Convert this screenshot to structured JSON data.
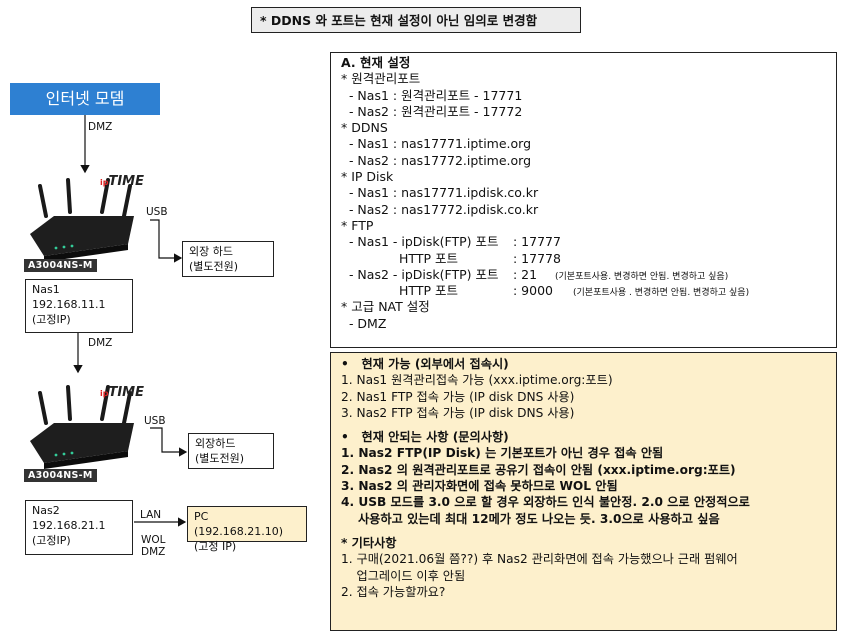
{
  "top_note": "* DDNS 와 포트는 현재 설정이 아닌 임의로 변경함",
  "modem": {
    "label": "인터넷 모뎀"
  },
  "links": {
    "dmz1": "DMZ",
    "usb1": "USB",
    "dmz2": "DMZ",
    "usb2": "USB",
    "lan": "LAN",
    "wol": "WOL",
    "dmz3": "DMZ"
  },
  "router1": {
    "model": "A3004NS-M",
    "brand_prefix": "ip",
    "brand": "TIME"
  },
  "router2": {
    "model": "A3004NS-M",
    "brand_prefix": "ip",
    "brand": "TIME"
  },
  "hdd1": {
    "line1": "외장 하드",
    "line2": "(별도전원)"
  },
  "hdd2": {
    "line1": "외장하드",
    "line2": "(별도전원)"
  },
  "nas1": {
    "name": "Nas1",
    "ip": "192.168.11.1",
    "note": "(고정IP)"
  },
  "nas2": {
    "name": "Nas2",
    "ip": "192.168.21.1",
    "note": "(고정IP)"
  },
  "pc": {
    "line1": "PC (192.168.21.10)",
    "line2": "(고정 IP)"
  },
  "panel_a": {
    "title": "A. 현재 설정",
    "rows": [
      "* 원격관리포트",
      "  - Nas1 : 원격관리포트 - 17771",
      "  - Nas2 : 원격관리포트 - 17772",
      "* DDNS",
      "  - Nas1 : nas17771.iptime.org",
      "  - Nas2 : nas17772.iptime.org",
      "* IP Disk",
      "  - Nas1 : nas17771.ipdisk.co.kr",
      "  - Nas2 : nas17772.ipdisk.co.kr",
      "* FTP"
    ],
    "ftp": {
      "nas1_label": "  - Nas1 - ipDisk(FTP) 포트",
      "nas1_value": ": 17777",
      "nas1_http_label": "HTTP 포트",
      "nas1_http_value": ": 17778",
      "nas2_label": "  - Nas2 - ipDisk(FTP) 포트",
      "nas2_value": ": 21",
      "nas2_note": "(기본포트사용. 변경하면 안됨. 변경하고 싶음)",
      "nas2_http_label": "HTTP 포트",
      "nas2_http_value": ": 9000",
      "nas2_http_note": "(기본포트사용 . 변경하면 안됨. 변경하고 싶음)"
    },
    "nat_title": "* 고급 NAT 설정",
    "nat_item": "  - DMZ"
  },
  "panel_b": {
    "possible_title": "•   현재 가능 (외부에서 접속시)",
    "possible": [
      "1. Nas1 원격관리접속 가능 (xxx.iptime.org:포트)",
      "2. Nas1 FTP 접속 가능 (IP disk DNS 사용)",
      "3. Nas2 FTP 접속 가능 (IP disk DNS 사용)"
    ],
    "issues_title": "•   현재 안되는 사항 (문의사항)",
    "issues": [
      "1. Nas2 FTP(IP Disk) 는 기본포트가 아닌 경우 접속 안됨",
      "2. Nas2 의 원격관리포트로 공유기 접속이 안됨 (xxx.iptime.org:포트)",
      "3. Nas2 의 관리자화면에 접속 못하므로 WOL 안됨",
      "4. USB 모드를 3.0 으로 할 경우 외장하드 인식 불안정. 2.0 으로 안정적으로",
      "    사용하고 있는데 최대 12메가 정도 나오는 듯. 3.0으로 사용하고 싶음"
    ],
    "etc_title": "* 기타사항",
    "etc": [
      "1. 구매(2021.06월 쯤??) 후  Nas2 관리화면에 접속 가능했으나 근래 펌웨어",
      "    업그레이드 이후 안됨",
      "2. 접속 가능할까요?"
    ]
  }
}
